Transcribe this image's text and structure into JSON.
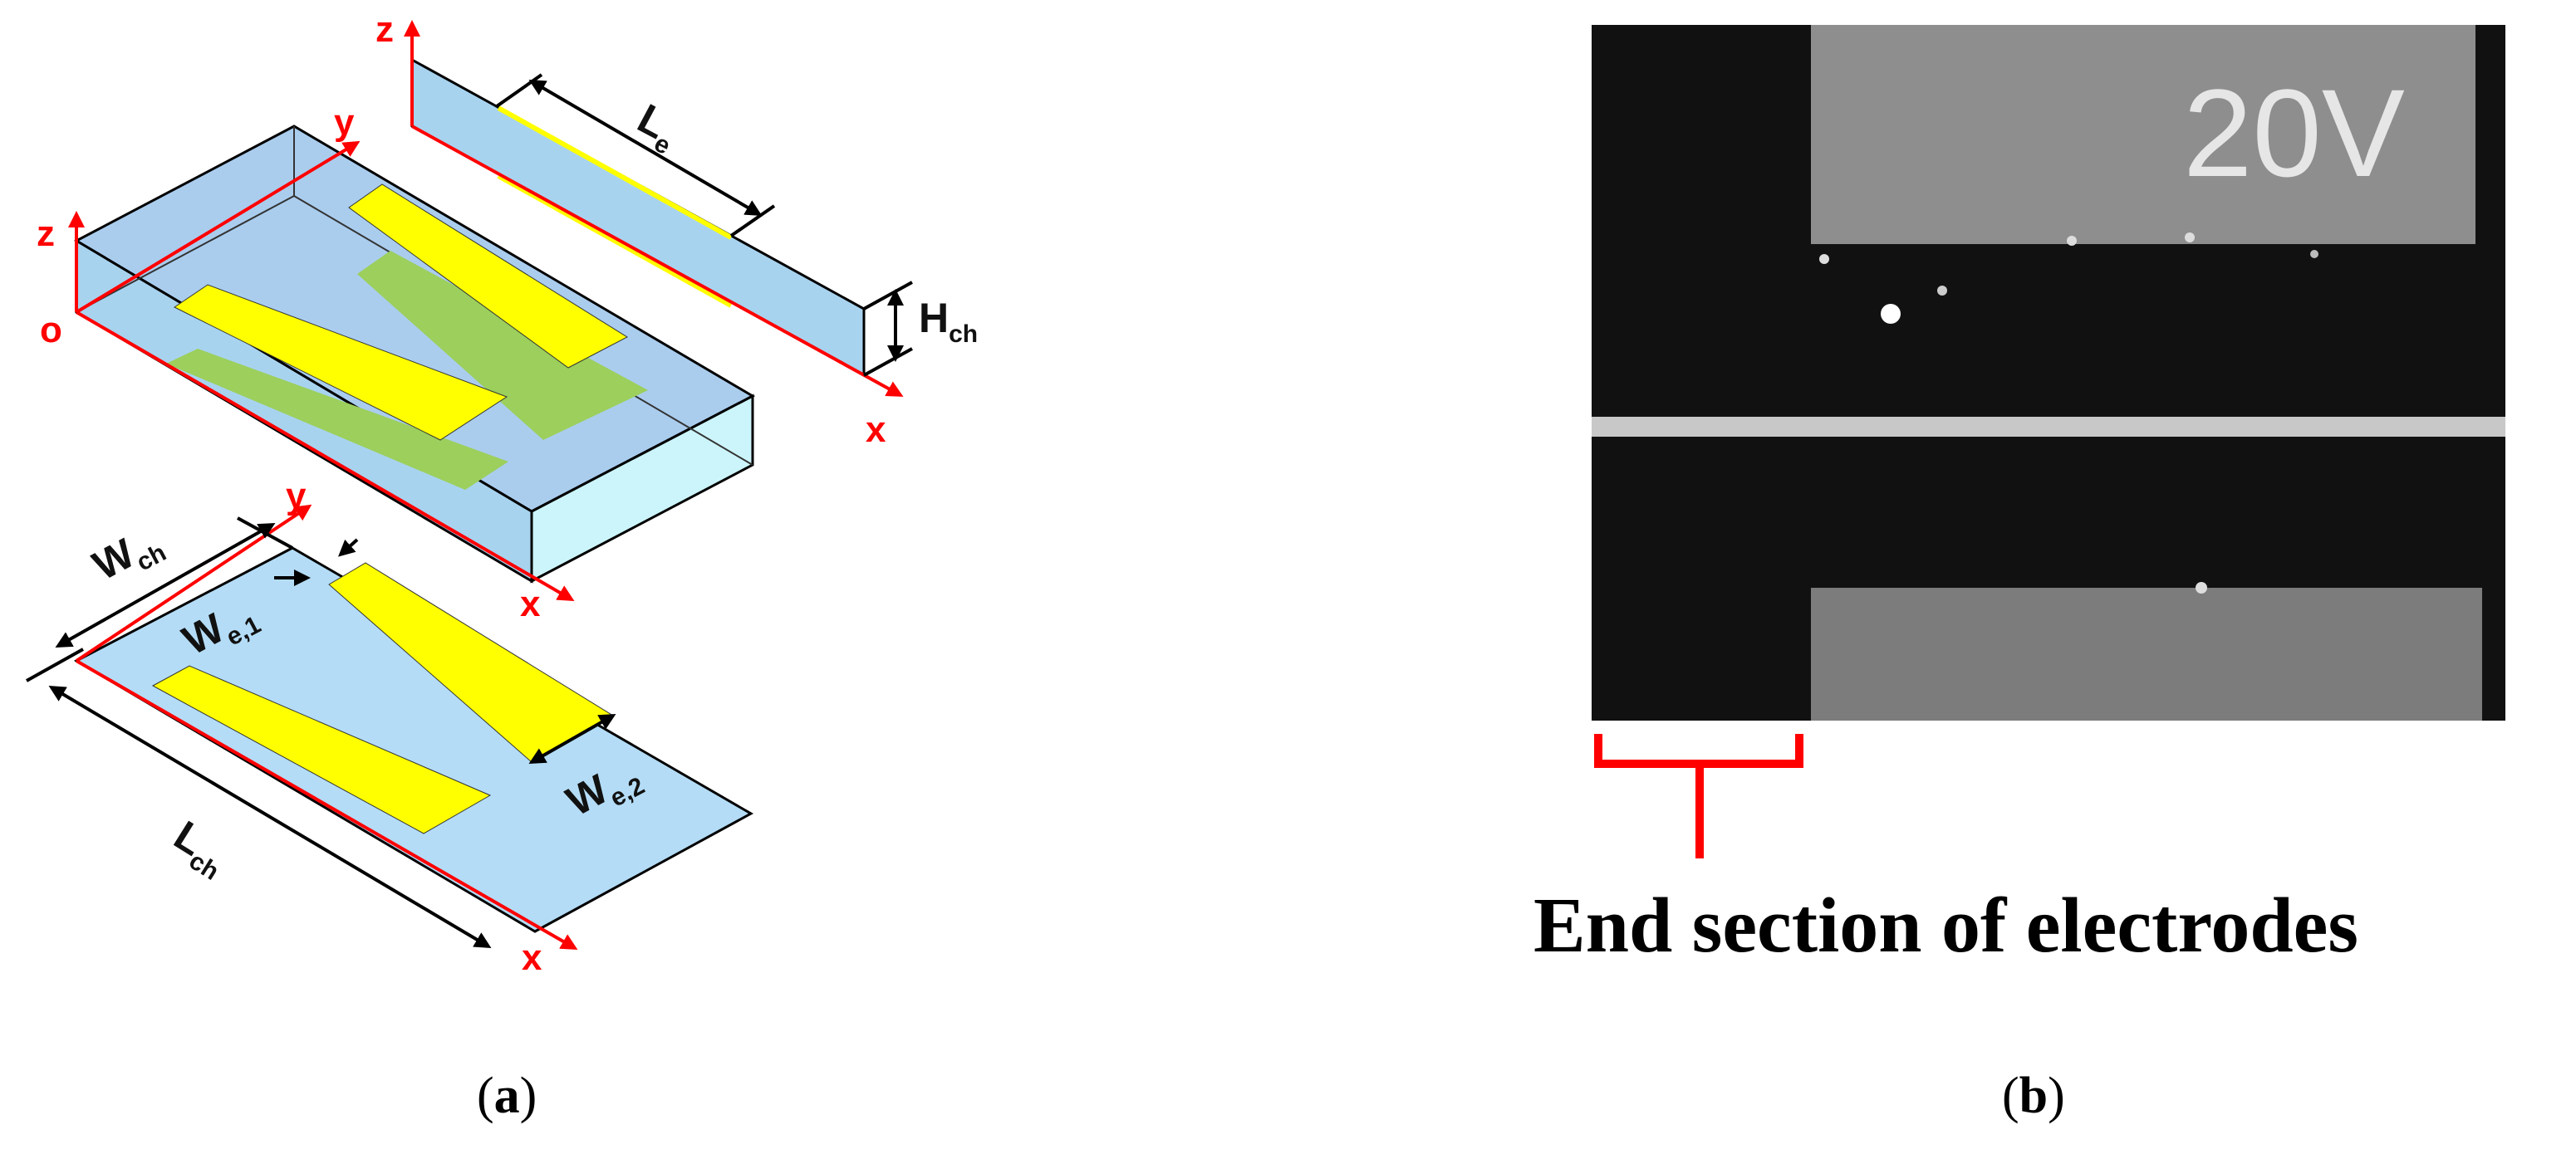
{
  "panel_a": {
    "caption_prefix": "(",
    "caption_letter": "a",
    "caption_suffix": ")",
    "axes": {
      "z": "z",
      "y": "y",
      "x": "x",
      "origin": "o"
    },
    "dimensions": {
      "electrode_length": {
        "main": "L",
        "sub": "e"
      },
      "channel_height": {
        "main": "H",
        "sub": "ch"
      },
      "channel_width": {
        "main": "W",
        "sub": "ch"
      },
      "electrode_width_1": {
        "main": "W",
        "sub": "e,1"
      },
      "electrode_width_2": {
        "main": "W",
        "sub": "e,2"
      },
      "channel_length": {
        "main": "L",
        "sub": "ch"
      }
    },
    "colors": {
      "channel_fill": "#b4dcf6",
      "electrode_fill": "#ffff00",
      "bottom_electrode_fill": "#9ccf5c",
      "axis_color": "#ff0000"
    }
  },
  "panel_b": {
    "caption_prefix": "(",
    "caption_letter": "b",
    "caption_suffix": ")",
    "voltage_label": "20V",
    "bracket_caption": "End section of electrodes",
    "colors": {
      "background": "#111111",
      "electrode_gray": "#8e8e8e",
      "bracket": "#ff0000"
    }
  }
}
